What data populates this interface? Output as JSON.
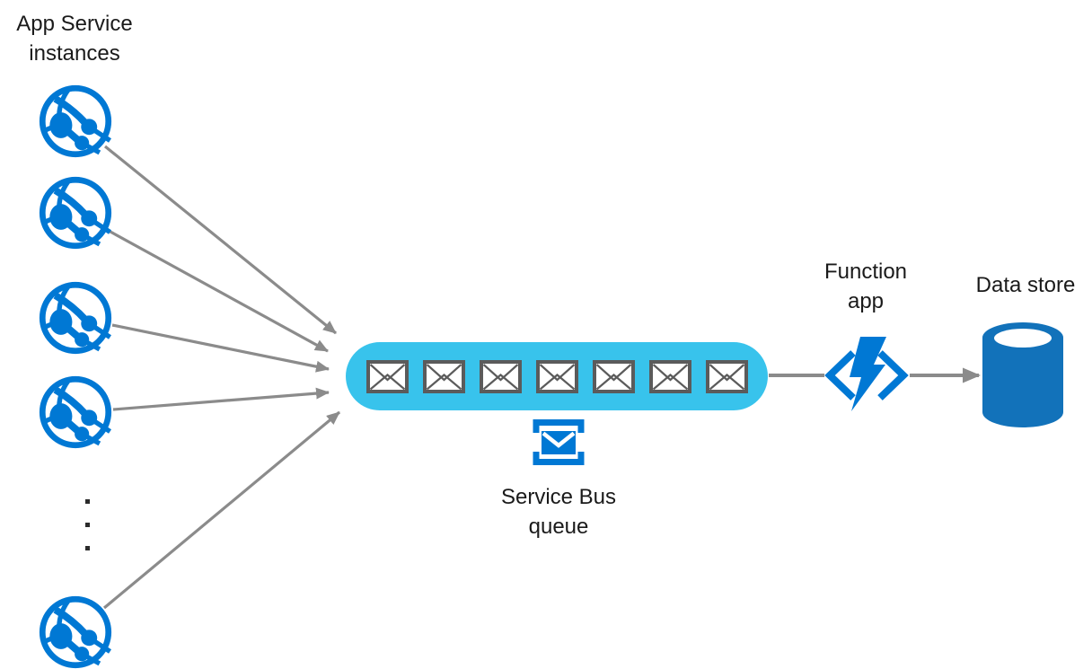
{
  "colors": {
    "icon_blue": "#0078D4",
    "queue_cyan": "#38C3EC",
    "connector_gray": "#8B8B8B",
    "envelope_border": "#5B5B5B",
    "cylinder_blue": "#1272BA",
    "text": "#1A1A1A"
  },
  "nodes": {
    "app_service": {
      "label_line1": "App Service",
      "label_line2": "instances",
      "instance_count": 5,
      "ellipsis_dot_count": 3,
      "icon": "app-service-globe-icon"
    },
    "service_bus_queue": {
      "label_line1": "Service Bus",
      "label_line2": "queue",
      "message_count": 7,
      "icon": "service-bus-icon",
      "message_icon": "envelope-icon"
    },
    "function_app": {
      "label_line1": "Function",
      "label_line2": "app",
      "icon": "function-lightning-icon"
    },
    "data_store": {
      "label": "Data store",
      "icon": "database-cylinder-icon"
    }
  },
  "connections": [
    {
      "from": "app-service-instance-1",
      "to": "service-bus-queue",
      "arrowhead": true
    },
    {
      "from": "app-service-instance-2",
      "to": "service-bus-queue",
      "arrowhead": true
    },
    {
      "from": "app-service-instance-3",
      "to": "service-bus-queue",
      "arrowhead": true
    },
    {
      "from": "app-service-instance-4",
      "to": "service-bus-queue",
      "arrowhead": true
    },
    {
      "from": "app-service-instance-5",
      "to": "service-bus-queue",
      "arrowhead": true
    },
    {
      "from": "service-bus-queue",
      "to": "function-app",
      "arrowhead": false
    },
    {
      "from": "function-app",
      "to": "data-store",
      "arrowhead": true
    }
  ]
}
